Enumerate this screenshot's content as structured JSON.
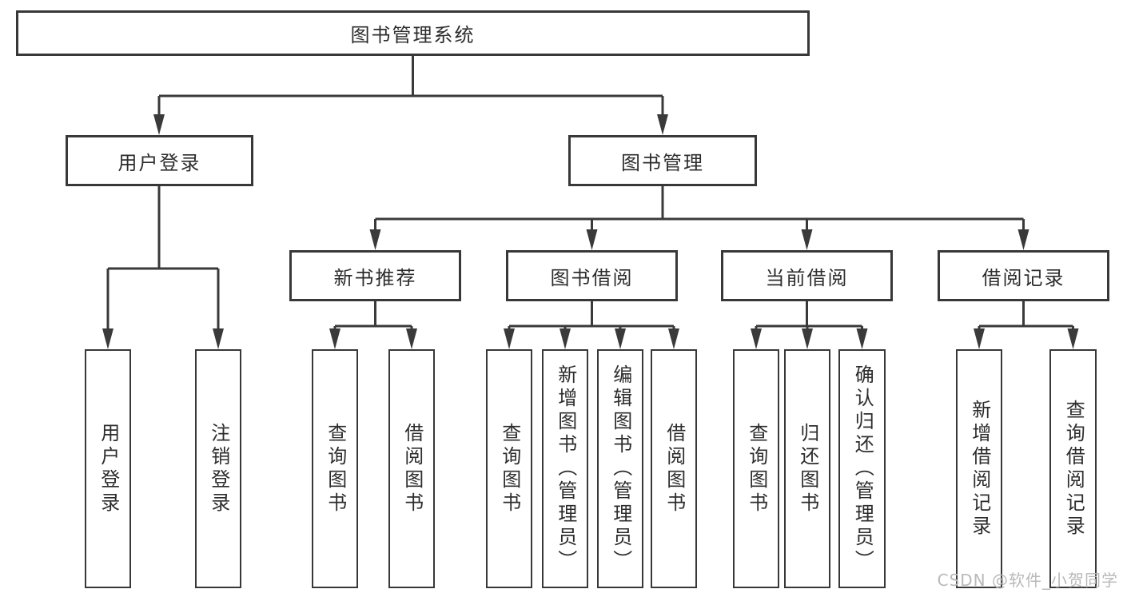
{
  "diagram": {
    "root": {
      "label": "图书管理系统"
    },
    "level2": [
      {
        "label": "用户登录"
      },
      {
        "label": "图书管理"
      }
    ],
    "level3": [
      {
        "label": "新书推荐"
      },
      {
        "label": "图书借阅"
      },
      {
        "label": "当前借阅"
      },
      {
        "label": "借阅记录"
      }
    ],
    "leaves": [
      {
        "label": "用户登录"
      },
      {
        "label": "注销登录"
      },
      {
        "label": "查询图书"
      },
      {
        "label": "借阅图书"
      },
      {
        "label": "查询图书"
      },
      {
        "label": "新增图书（管理员）"
      },
      {
        "label": "编辑图书（管理员）"
      },
      {
        "label": "借阅图书"
      },
      {
        "label": "查询图书"
      },
      {
        "label": "归还图书"
      },
      {
        "label": "确认归还（管理员）"
      },
      {
        "label": "新增借阅记录"
      },
      {
        "label": "查询借阅记录"
      }
    ]
  },
  "watermark": {
    "text": "CSDN @软件_小贺同学"
  },
  "colors": {
    "line": "#3a3a3a",
    "border": "#383838",
    "text": "#2d2d2d",
    "background": "#ffffff",
    "watermark": "#b9b9b9"
  }
}
